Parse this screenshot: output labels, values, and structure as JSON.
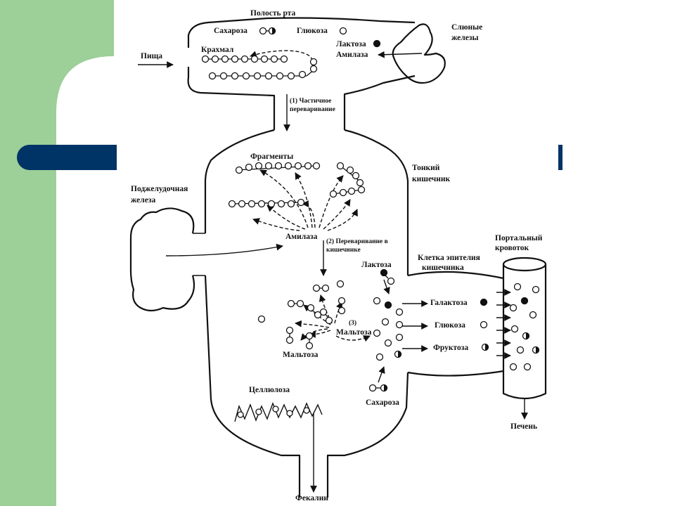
{
  "colors": {
    "green_bar": "#9dcf98",
    "navy_bar": "#003366",
    "background": "#ffffff",
    "ink": "#111111"
  },
  "labels": {
    "mouth": "Полость рта",
    "sucrose": "Сахароза",
    "glucose": "Глюкоза",
    "salivary_glands": [
      "Слюные",
      "железы"
    ],
    "lactose": "Лактоза",
    "amylase": "Амилаза",
    "food": "Пища",
    "starch": "Крахмал",
    "step1": [
      "(1) Частичное",
      "переваривание"
    ],
    "fragments": "Фрагменты",
    "small_intestine": [
      "Тонкий",
      "кишечник"
    ],
    "pancreas": [
      "Поджелудочная",
      "железа"
    ],
    "amylase2": "Амилаза",
    "step2": [
      "(2) Переваривание в",
      "кишечнике"
    ],
    "lactose2": "Лактоза",
    "epithelial_cell": [
      "Клетка эпителия",
      "кишечника"
    ],
    "portal_blood": [
      "Портальный",
      "кровоток"
    ],
    "galactose": "Галактоза",
    "glucose2": "Глюкоза",
    "fructose": "Фруктоза",
    "step3": "(3)",
    "maltose": "Мальтоза",
    "maltose2": "Мальтоза",
    "cellulose": "Целлюлоза",
    "sucrose2": "Сахароза",
    "liver": "Печень",
    "feces": "Фекалии"
  }
}
